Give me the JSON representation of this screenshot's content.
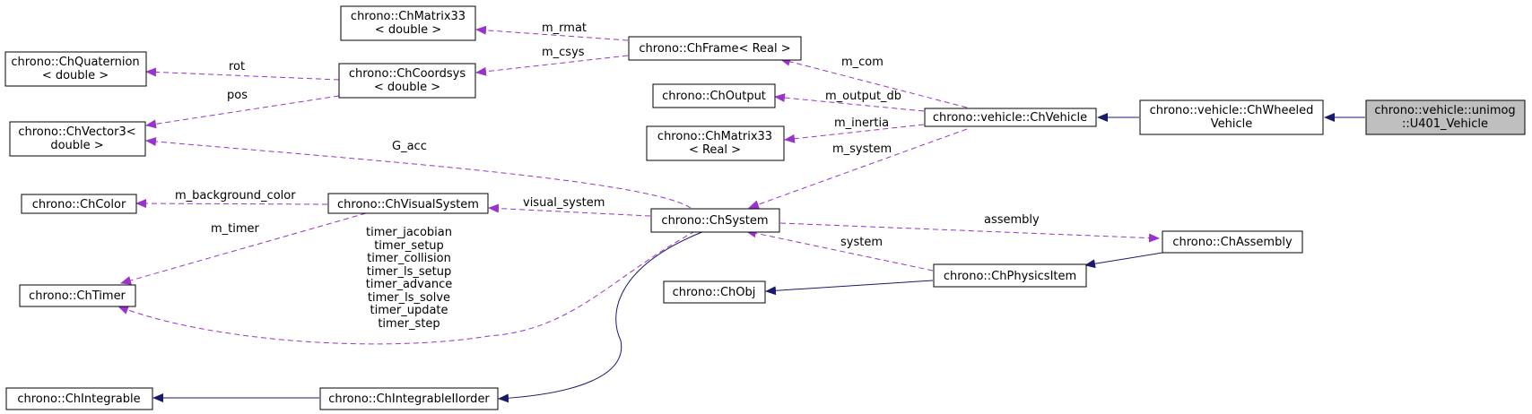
{
  "colors": {
    "usage_edge": "#9a32cd",
    "inheritance_edge": "#191970",
    "highlight_fill": "#bfbfbf",
    "node_fill": "#ffffff"
  },
  "nodes": {
    "u401_vehicle": [
      "chrono::vehicle::unimog",
      "::U401_Vehicle"
    ],
    "chwheeledvehicle": [
      "chrono::vehicle::ChWheeled",
      "Vehicle"
    ],
    "chvehicle": [
      "chrono::vehicle::ChVehicle"
    ],
    "chframe": [
      "chrono::ChFrame< Real >"
    ],
    "choutput": [
      "chrono::ChOutput"
    ],
    "chmatrix33_real": [
      "chrono::ChMatrix33",
      "< Real >"
    ],
    "chmatrix33_double": [
      "chrono::ChMatrix33",
      "< double >"
    ],
    "chcoordsys": [
      "chrono::ChCoordsys",
      "< double >"
    ],
    "chquaternion": [
      "chrono::ChQuaternion",
      "< double >"
    ],
    "chvector3": [
      "chrono::ChVector3<",
      "double >"
    ],
    "chcolor": [
      "chrono::ChColor"
    ],
    "chvisualsystem": [
      "chrono::ChVisualSystem"
    ],
    "chsystem": [
      "chrono::ChSystem"
    ],
    "chtimer": [
      "chrono::ChTimer"
    ],
    "chassembly": [
      "chrono::ChAssembly"
    ],
    "chphysicsitem": [
      "chrono::ChPhysicsItem"
    ],
    "chobj": [
      "chrono::ChObj"
    ],
    "chintegrable": [
      "chrono::ChIntegrable"
    ],
    "chintegrableiiorder": [
      "chrono::ChIntegrableIIorder"
    ]
  },
  "edge_labels": {
    "m_rmat": "m_rmat",
    "m_csys": "m_csys",
    "rot": "rot",
    "pos": "pos",
    "m_com": "m_com",
    "m_output_db": "m_output_db",
    "m_inertia": "m_inertia",
    "m_system": "m_system",
    "g_acc": "G_acc",
    "m_background_color": "m_background_color",
    "visual_system": "visual_system",
    "m_timer": "m_timer",
    "assembly": "assembly",
    "system": "system",
    "timers": [
      "timer_jacobian",
      "timer_setup",
      "timer_collision",
      "timer_ls_setup",
      "timer_advance",
      "timer_ls_solve",
      "timer_update",
      "timer_step"
    ]
  }
}
